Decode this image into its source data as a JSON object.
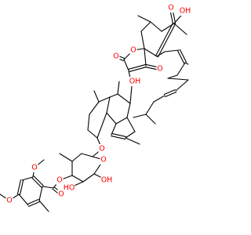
{
  "figure": {
    "kind": "skeletal-structure"
  },
  "colors": {
    "background": "#ffffff",
    "bond": "#000000",
    "oxygen": "#ff0000",
    "carbon": "#000000"
  },
  "atom_labels": {
    "cooh_oh": "OH",
    "cooh_o": "O",
    "lactone_ring_o": "O",
    "lactone_carbonyl_o": "O",
    "ketone_o": "O",
    "enol_oh": "OH",
    "glycosidic_o": "O",
    "pyran_o": "O",
    "sugar_oh_upper": "OH",
    "sugar_oh_lower": "HO",
    "ester_o": "O",
    "ester_carbonyl_o": "O",
    "methoxy_top_o": "O",
    "methoxy_left_o": "O"
  }
}
